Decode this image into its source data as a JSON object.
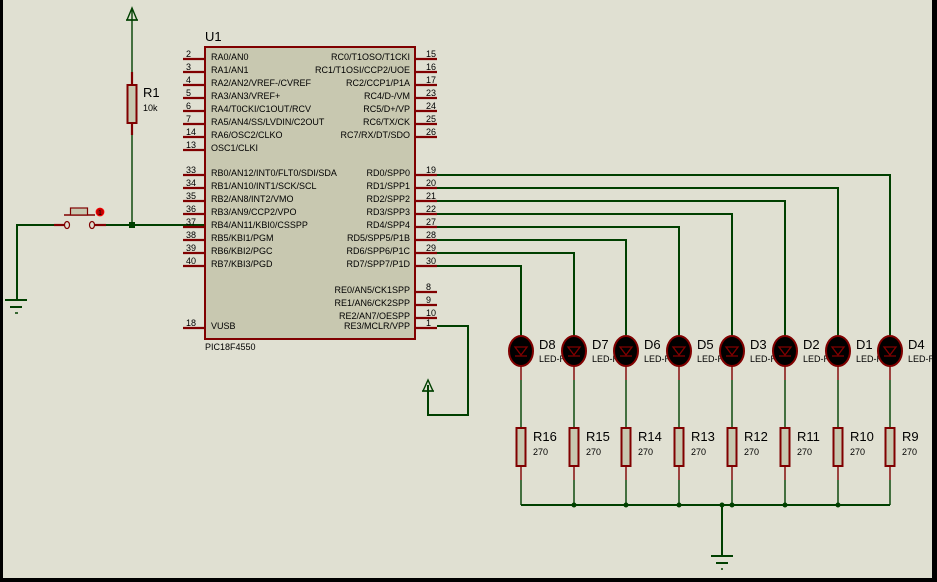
{
  "colors": {
    "sheet_background": "#e0e0d2",
    "wire": "#004000",
    "component_outline": "#800000",
    "component_fill": "#c8c8b0",
    "led_fill": "#000000"
  },
  "microcontroller": {
    "reference": "U1",
    "part": "PIC18F4550",
    "left_pins": [
      {
        "num": "2",
        "label": "RA0/AN0"
      },
      {
        "num": "3",
        "label": "RA1/AN1"
      },
      {
        "num": "4",
        "label": "RA2/AN2/VREF-/CVREF"
      },
      {
        "num": "5",
        "label": "RA3/AN3/VREF+"
      },
      {
        "num": "6",
        "label": "RA4/T0CKI/C1OUT/RCV"
      },
      {
        "num": "7",
        "label": "RA5/AN4/SS/LVDIN/C2OUT"
      },
      {
        "num": "14",
        "label": "RA6/OSC2/CLKO"
      },
      {
        "num": "13",
        "label": "OSC1/CLKI"
      },
      {
        "num": "33",
        "label": "RB0/AN12/INT0/FLT0/SDI/SDA"
      },
      {
        "num": "34",
        "label": "RB1/AN10/INT1/SCK/SCL"
      },
      {
        "num": "35",
        "label": "RB2/AN8/INT2/VMO"
      },
      {
        "num": "36",
        "label": "RB3/AN9/CCP2/VPO"
      },
      {
        "num": "37",
        "label": "RB4/AN11/KBI0/CSSPP"
      },
      {
        "num": "38",
        "label": "RB5/KBI1/PGM"
      },
      {
        "num": "39",
        "label": "RB6/KBI2/PGC"
      },
      {
        "num": "40",
        "label": "RB7/KBI3/PGD"
      },
      {
        "num": "18",
        "label": "VUSB"
      }
    ],
    "right_pins": [
      {
        "num": "15",
        "label": "RC0/T1OSO/T1CKI"
      },
      {
        "num": "16",
        "label": "RC1/T1OSI/CCP2/UOE"
      },
      {
        "num": "17",
        "label": "RC2/CCP1/P1A"
      },
      {
        "num": "23",
        "label": "RC4/D-/VM"
      },
      {
        "num": "24",
        "label": "RC5/D+/VP"
      },
      {
        "num": "25",
        "label": "RC6/TX/CK"
      },
      {
        "num": "26",
        "label": "RC7/RX/DT/SDO"
      },
      {
        "num": "19",
        "label": "RD0/SPP0"
      },
      {
        "num": "20",
        "label": "RD1/SPP1"
      },
      {
        "num": "21",
        "label": "RD2/SPP2"
      },
      {
        "num": "22",
        "label": "RD3/SPP3"
      },
      {
        "num": "27",
        "label": "RD4/SPP4"
      },
      {
        "num": "28",
        "label": "RD5/SPP5/P1B"
      },
      {
        "num": "29",
        "label": "RD6/SPP6/P1C"
      },
      {
        "num": "30",
        "label": "RD7/SPP7/P1D"
      },
      {
        "num": "8",
        "label": "RE0/AN5/CK1SPP"
      },
      {
        "num": "9",
        "label": "RE1/AN6/CK2SPP"
      },
      {
        "num": "10",
        "label": "RE2/AN7/OESPP"
      },
      {
        "num": "1",
        "label": "RE3/MCLR/VPP"
      }
    ]
  },
  "pullup_resistor": {
    "reference": "R1",
    "value": "10k"
  },
  "button": {
    "state_indicator": "1"
  },
  "leds": [
    {
      "reference": "D8",
      "type": "LED-RED"
    },
    {
      "reference": "D7",
      "type": "LED-RED"
    },
    {
      "reference": "D6",
      "type": "LED-RED"
    },
    {
      "reference": "D5",
      "type": "LED-RED"
    },
    {
      "reference": "D3",
      "type": "LED-RED"
    },
    {
      "reference": "D2",
      "type": "LED-RED"
    },
    {
      "reference": "D1",
      "type": "LED-RED"
    },
    {
      "reference": "D4",
      "type": "LED-RED"
    }
  ],
  "led_resistors": [
    {
      "reference": "R16",
      "value": "270"
    },
    {
      "reference": "R15",
      "value": "270"
    },
    {
      "reference": "R14",
      "value": "270"
    },
    {
      "reference": "R13",
      "value": "270"
    },
    {
      "reference": "R12",
      "value": "270"
    },
    {
      "reference": "R11",
      "value": "270"
    },
    {
      "reference": "R10",
      "value": "270"
    },
    {
      "reference": "R9",
      "value": "270"
    }
  ]
}
